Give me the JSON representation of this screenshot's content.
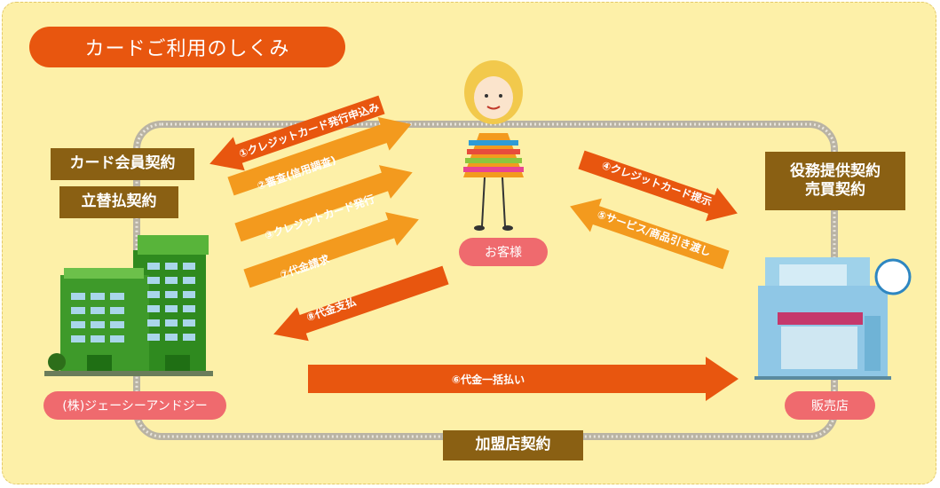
{
  "title": "カードご利用のしくみ",
  "labels": {
    "card_member_contract": "カード会員契約",
    "advance_payment_contract": "立替払契約",
    "service_sales_contract_line1": "役務提供契約",
    "service_sales_contract_line2": "売買契約",
    "merchant_contract": "加盟店契約"
  },
  "parties": {
    "company": "(株)ジェーシーアンドジー",
    "customer": "お客様",
    "store": "販売店"
  },
  "arrows": {
    "step1": "①クレジットカード発行申込み",
    "step2": "②審査(信用調査)",
    "step3": "③クレジットカード発行",
    "step7": "⑦代金請求",
    "step8": "⑧代金支払",
    "step4": "④クレジットカード提示",
    "step5": "⑤サービス/商品引き渡し",
    "step6": "⑥代金一括払い"
  },
  "colors": {
    "background": "#fdf0a8",
    "title_orange": "#e8560f",
    "arrow_dark": "#e8560f",
    "arrow_light": "#f39a1e",
    "label_brown": "#8a6013",
    "pill_pink": "#ef6a6e",
    "building_green": "#3e9a2a",
    "store_blue": "#8fc7e6"
  },
  "icons": {
    "company": "office-building-icon",
    "customer": "girl-customer-illustration",
    "store": "shop-storefront-icon"
  }
}
